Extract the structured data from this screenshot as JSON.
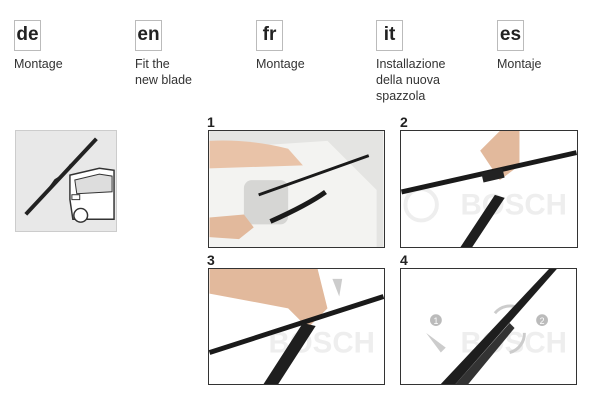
{
  "languages": [
    {
      "code": "de",
      "label": "Montage"
    },
    {
      "code": "en",
      "label": "Fit the\nnew blade"
    },
    {
      "code": "fr",
      "label": "Montage"
    },
    {
      "code": "it",
      "label": "Installazione\ndella nuova\nspazzola"
    },
    {
      "code": "es",
      "label": "Montaje"
    }
  ],
  "steps": [
    {
      "number": "1"
    },
    {
      "number": "2"
    },
    {
      "number": "3"
    },
    {
      "number": "4"
    }
  ],
  "watermark": "BOSCH",
  "step4_markers": [
    "1",
    "2"
  ]
}
